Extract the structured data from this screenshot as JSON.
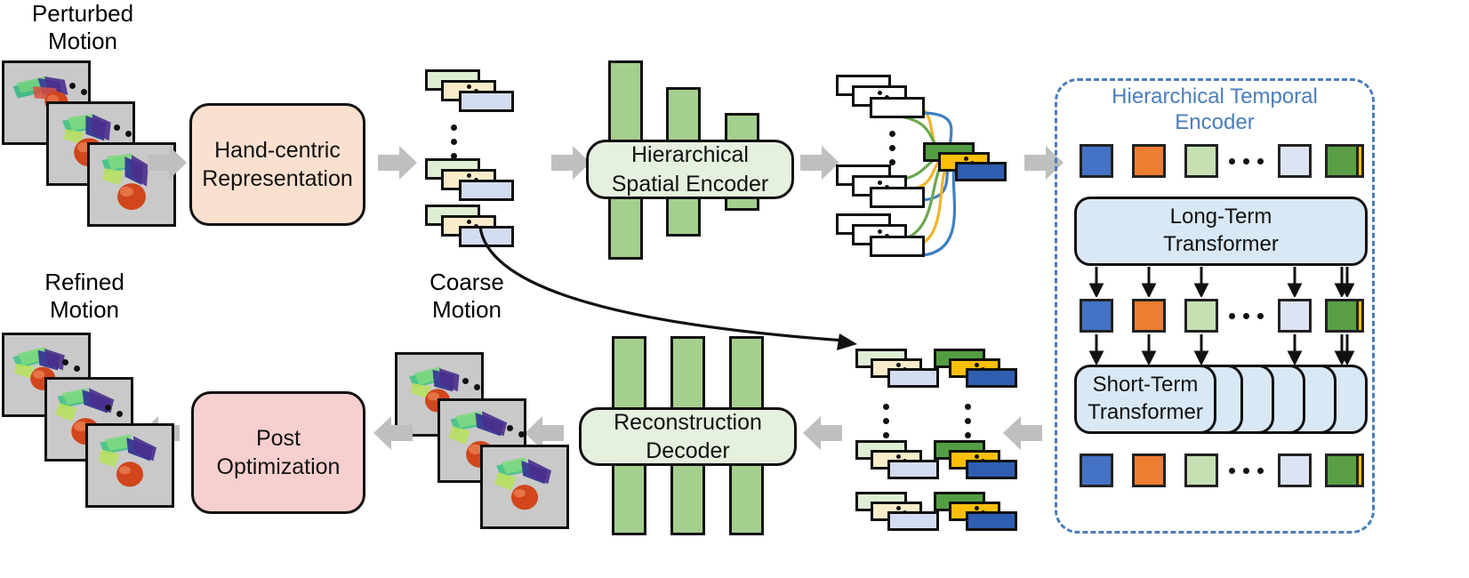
{
  "diagram": {
    "title": "Hand motion refinement pipeline",
    "labels": {
      "perturbed_motion": "Perturbed\nMotion",
      "refined_motion": "Refined\nMotion",
      "coarse_motion": "Coarse\nMotion"
    },
    "stages": {
      "hand_centric": "Hand-centric\nRepresentation",
      "spatial_encoder": "Hierarchical\nSpatial Encoder",
      "temporal_encoder_title": "Hierarchical Temporal\nEncoder",
      "long_term_transformer": "Long-Term\nTransformer",
      "short_term_transformer": "Short-Term\nTransformer",
      "reconstruction_decoder": "Reconstruction\nDecoder",
      "post_optimization": "Post\nOptimization"
    },
    "token_sequence": [
      "blue",
      "orange",
      "lgreen",
      "lav",
      "gold",
      "dgreen"
    ],
    "ellipsis_glyph": "⋯",
    "colors": {
      "peach_box": "#fbe0cf",
      "pink_box": "#f8cfcf",
      "green_box": "#e5f0df",
      "encoder_bar": "#a4cf8e",
      "dashed_border": "#4a7ebb",
      "dash_title_text": "#4a7ebb",
      "transformer_box": "#d9e8f5",
      "arrow_grey": "#bfbfbf",
      "frame_grey": "#c9c9c9",
      "token_blue": "#4472c4",
      "token_orange": "#ed7d31",
      "token_light_green": "#c6e0b4",
      "token_lavender": "#dde3f2",
      "token_gold": "#ffc000",
      "token_dark_green": "#5a9e46",
      "card_green": "#ddeed3",
      "card_cream": "#fbecc9",
      "card_light_blue": "#d3dcf0",
      "card_dark_green": "#539e43",
      "card_yellow": "#fbbf07",
      "card_dark_blue": "#2f5eb0",
      "flow_line_green": "#6aa84f",
      "flow_line_yellow": "#f0b429",
      "flow_line_blue": "#3e7fc1",
      "outline": "#111111"
    }
  }
}
